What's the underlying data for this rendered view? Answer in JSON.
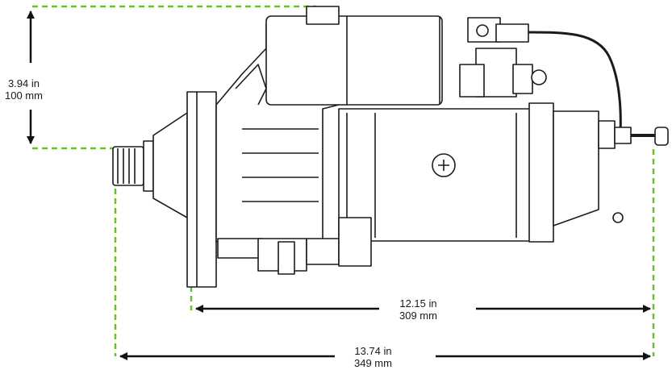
{
  "colors": {
    "guide": "#6cbf2f",
    "arrow": "#111111",
    "outline": "#1b1b1b",
    "body": "#ffffff"
  },
  "dimensions": {
    "height": {
      "line1": "3.94 in",
      "line2": "100 mm"
    },
    "flange_to_end": {
      "line1": "12.15 in",
      "line2": "309 mm"
    },
    "overall_length": {
      "line1": "13.74 in",
      "line2": "349 mm"
    }
  }
}
